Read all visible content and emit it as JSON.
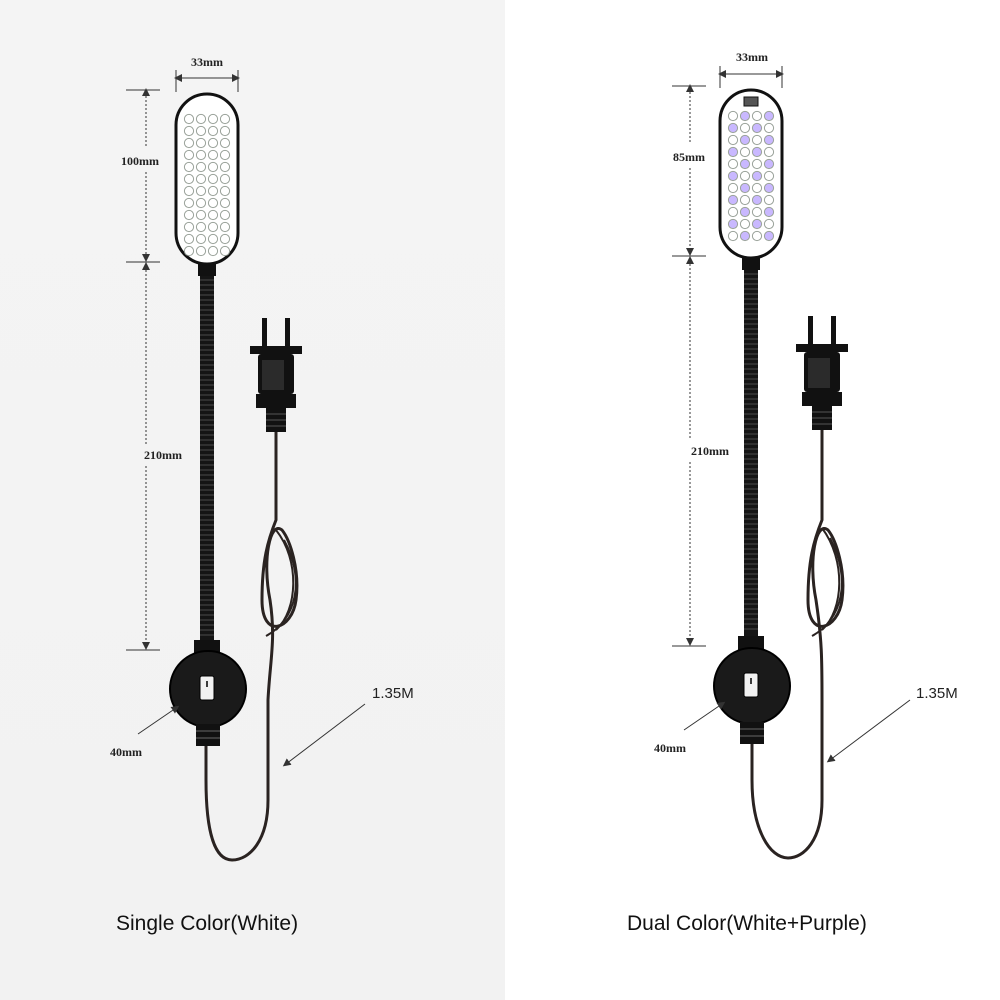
{
  "left": {
    "width_label": "33mm",
    "head_label": "100mm",
    "neck_label": "210mm",
    "base_label": "40mm",
    "cable_label": "1.35M",
    "caption": "Single Color(White)"
  },
  "right": {
    "width_label": "33mm",
    "head_label": "85mm",
    "neck_label": "210mm",
    "base_label": "40mm",
    "cable_label": "1.35M",
    "caption": "Dual Color(White+Purple)"
  },
  "colors": {
    "led_white": "#ffffff",
    "led_purple": "#c9b8ff",
    "body": "#1a1a1a",
    "cord": "#2a2321"
  }
}
